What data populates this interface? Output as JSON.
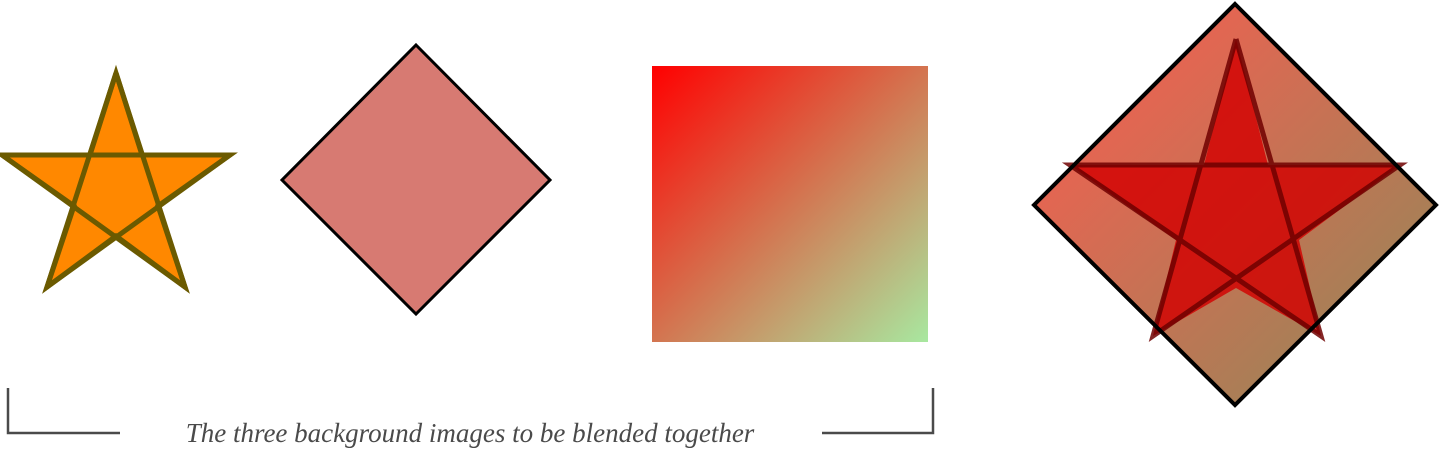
{
  "caption": {
    "text": "The three background images to be blended together"
  },
  "colors": {
    "star_fill": "#FF8800",
    "star_stroke": "#6B5A00",
    "diamond_fill": "#D77A72",
    "outline": "#000000",
    "gradient_start": "#FF0000",
    "gradient_end": "#A8E8A0",
    "bracket": "#4a4a4a"
  },
  "figures": [
    {
      "name": "star",
      "kind": "five-point star"
    },
    {
      "name": "diamond",
      "kind": "rotated square"
    },
    {
      "name": "gradient-square",
      "kind": "linear gradient square"
    },
    {
      "name": "blended-result",
      "kind": "multiply blend of the three images"
    }
  ]
}
